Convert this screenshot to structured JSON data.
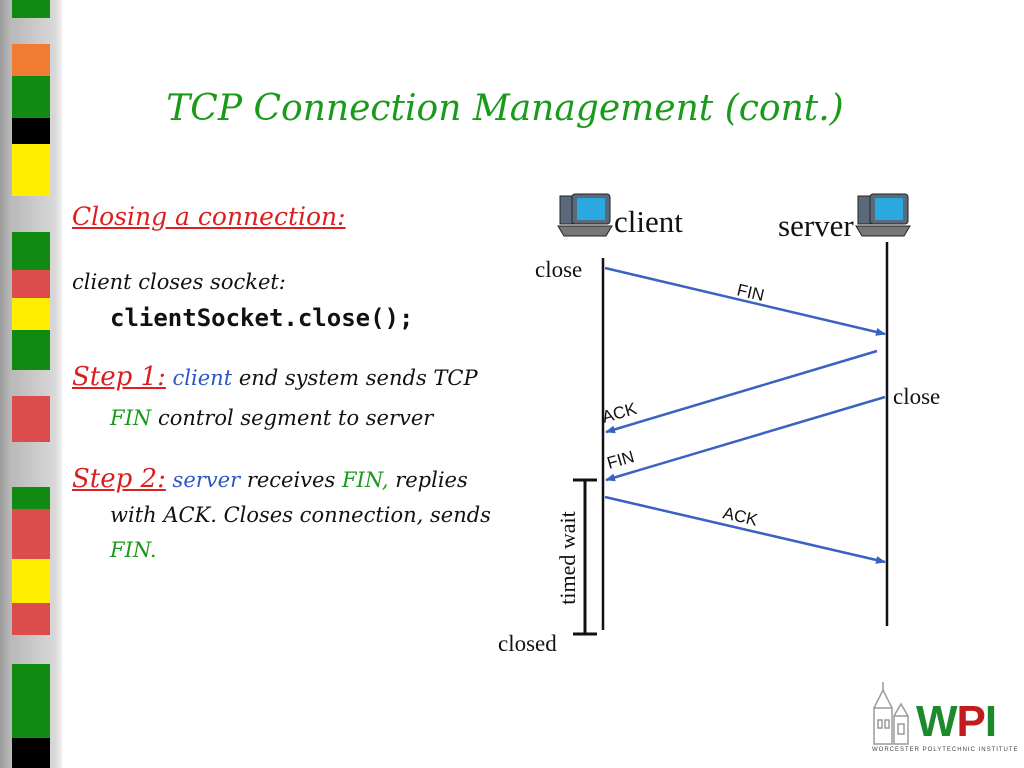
{
  "title": "TCP Connection Management (cont.)",
  "text": {
    "closing_heading": "Closing a connection:",
    "client_closes": "client closes socket:",
    "code": "clientSocket.close();",
    "step1_label": "Step 1:",
    "step1_client": "client",
    "step1_text": "end system sends TCP",
    "step1_fin": "FIN",
    "step1_text2": "control segment to server",
    "step2_label": "Step 2:",
    "step2_server": "server",
    "step2_text": "receives",
    "step2_fin": "FIN,",
    "step2_text2": "replies",
    "step2_line2": "with ACK. Closes connection, sends",
    "step2_fin2": "FIN."
  },
  "diagram": {
    "client_label": "client",
    "server_label": "server",
    "client_close": "close",
    "server_close": "close",
    "timed_wait": "timed wait",
    "closed": "closed",
    "messages": [
      "FIN",
      "ACK",
      "FIN",
      "ACK"
    ]
  },
  "logo": {
    "text": "WPI",
    "subtitle": "WORCESTER POLYTECHNIC INSTITUTE"
  },
  "colors": {
    "title": "#1a9a1a",
    "heading": "#dd1e1e",
    "client_word": "#2a56c6",
    "arrow": "#3a62c0"
  }
}
